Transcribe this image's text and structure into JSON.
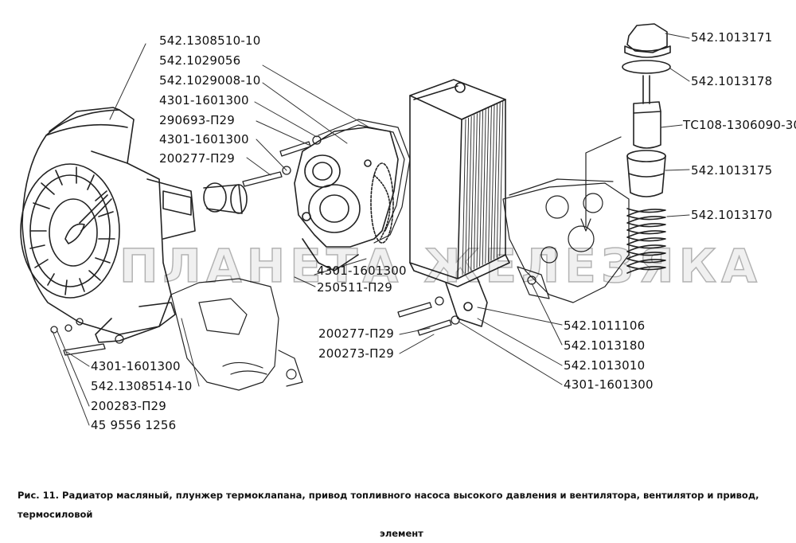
{
  "diagram": {
    "part_labels": [
      "542.1308510-10",
      "542.1029056",
      "542.1029008-10",
      "4301-1601300",
      "290693-П29",
      "4301-1601300",
      "200277-П29",
      "542.1013171",
      "542.1013178",
      "ТС108-1306090-30",
      "542.1013175",
      "542.1013170",
      "4301-1601300",
      "250511-П29",
      "200277-П29",
      "200273-П29",
      "542.1011106",
      "542.1013180",
      "542.1013010",
      "4301-1601300",
      "4301-1601300",
      "542.1308514-10",
      "200283-П29",
      "45 9556 1256"
    ],
    "watermark": "ПЛАНЕТА ЖЕЛЕЗЯКА",
    "caption_line1": "Рис. 11.  Радиатор масляный, плунжер термоклапана, привод топливного насоса высокого давления и вентилятора, вентилятор и привод, термосиловой",
    "caption_line2": "элемент"
  }
}
